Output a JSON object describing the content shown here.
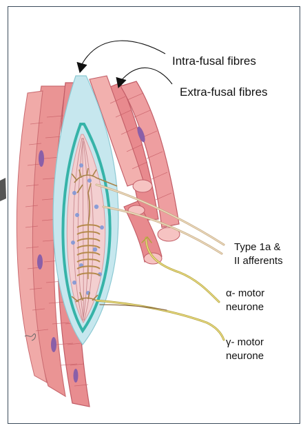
{
  "colors": {
    "muscle": "#e98a8c",
    "muscle_light": "#f4b9b8",
    "muscle_stripe": "#c45a62",
    "nucleus": "#8a5fa8",
    "capsule_fluid": "#bfe4ec",
    "capsule_wall": "#36b3a8",
    "intrafusal": "#f2c7c8",
    "nerve_yellow": "#e0cf6a",
    "nerve_brown": "#8a6a4a",
    "border": "#3a4a5a"
  },
  "labels": {
    "intrafusal": "Intra-fusal fibres",
    "extrafusal": "Extra-fusal fibres",
    "afferents": "Type 1a &\nII afferents",
    "alpha": "α- motor\nneurone",
    "gamma": "γ- motor\nneurone"
  }
}
